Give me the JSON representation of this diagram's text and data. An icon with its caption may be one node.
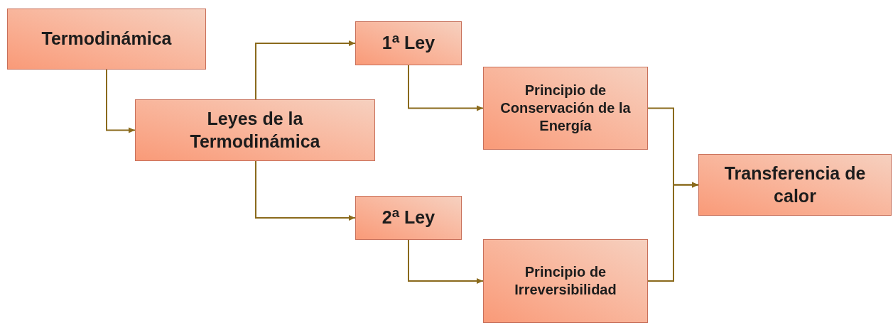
{
  "diagram": {
    "nodes": [
      {
        "text": [
          "Termodinámica"
        ]
      },
      {
        "text": [
          "Leyes de la Termodinámica"
        ]
      },
      {
        "text": [
          "1$^{a}$ Ley"
        ]
      },
      {
        "text": [
          "Principio de Conservación de la Energía"
        ]
      },
      {
        "text": [
          "2$^{a}$ Ley"
        ]
      },
      {
        "text": [
          "Principio de Irreversibilidad"
        ]
      },
      {
        "text": [
          "Transferencia de calor"
        ]
      }
    ],
    "edges": [
      {
        "from": 0,
        "to": 1,
        "arrow": "to"
      },
      {
        "from": 1,
        "to": 2,
        "arrow": "to"
      },
      {
        "from": 1,
        "to": 4,
        "arrow": "to"
      },
      {
        "from": 2,
        "to": 3,
        "arrow": "to"
      },
      {
        "from": 4,
        "to": 5,
        "arrow": "to"
      },
      {
        "from": 3,
        "to": 6,
        "arrow": "to"
      },
      {
        "from": 5,
        "to": 6,
        "arrow": "to"
      }
    ]
  }
}
